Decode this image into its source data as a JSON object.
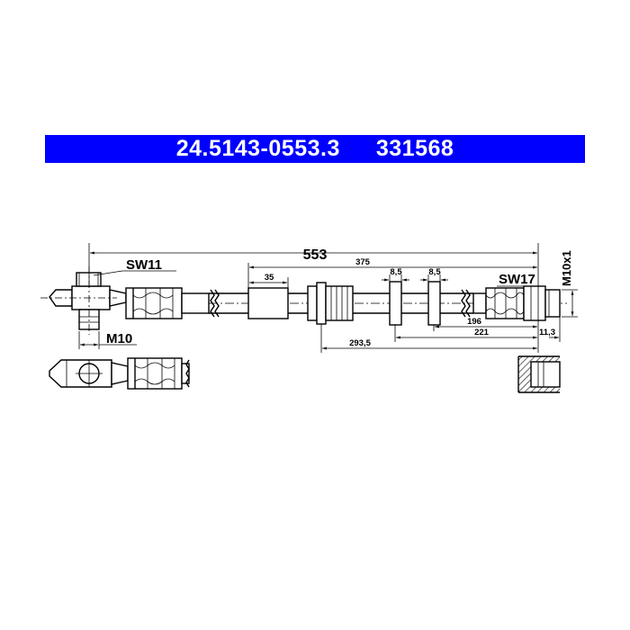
{
  "header": {
    "part_number": "24.5143-0553.3",
    "ref_number": "331568",
    "background_color": "#0000ff",
    "text_color": "#ffffff"
  },
  "labels": {
    "wrench_left": "SW11",
    "thread_left": "M10",
    "wrench_right": "SW17",
    "thread_right": "M10x1"
  },
  "dimensions": {
    "total_length": "553",
    "d375": "375",
    "d35": "35",
    "d8_5_a": "8,5",
    "d8_5_b": "8,5",
    "d196": "196",
    "d221": "221",
    "d293_5": "293,5",
    "d11_3": "11,3"
  }
}
